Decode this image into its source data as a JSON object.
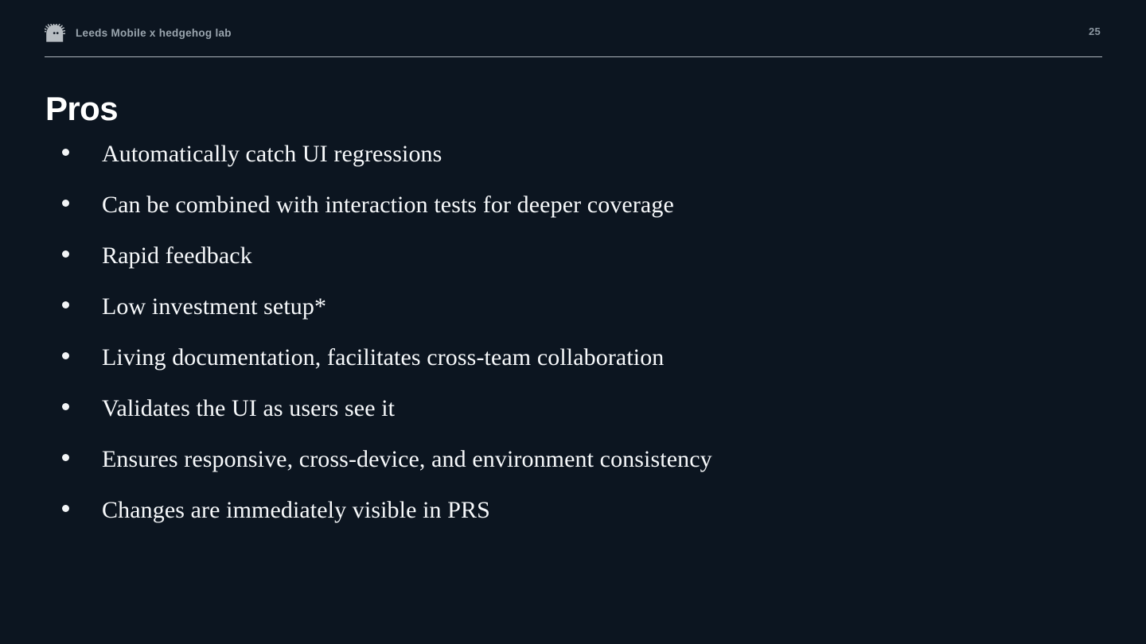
{
  "theme": {
    "background": "#0c1520",
    "text_primary": "#f7f9fb",
    "text_muted": "#9aa5ae",
    "rule": "#aeb6bd",
    "bullet": "#f3f5f7"
  },
  "header": {
    "logo_icon": "hedgehog-logo-icon",
    "brand": "Leeds Mobile x hedgehog lab",
    "page_number": "25"
  },
  "slide": {
    "title": "Pros",
    "bullets": [
      {
        "text": "Automatically catch UI regressions"
      },
      {
        "text": "Can be combined with interaction tests for deeper coverage"
      },
      {
        "text": "Rapid feedback"
      },
      {
        "text": "Low investment setup*"
      },
      {
        "text": "Living documentation, facilitates cross-team collaboration"
      },
      {
        "text": "Validates the UI as users see it"
      },
      {
        "text": "Ensures responsive, cross-device, and environment consistency"
      },
      {
        "text": "Changes are immediately visible in PRS"
      }
    ]
  }
}
